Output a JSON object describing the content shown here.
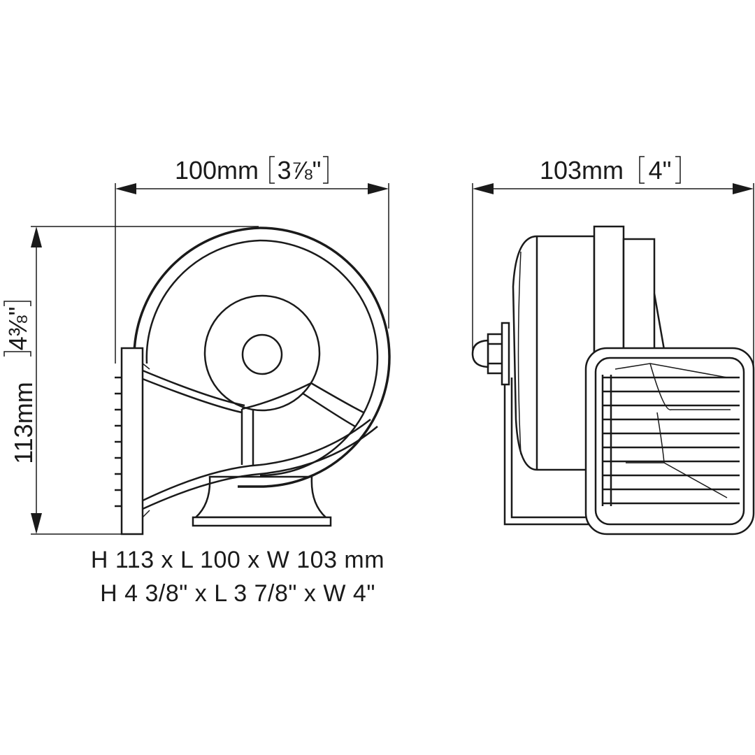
{
  "front_view": {
    "width_label": "100mm",
    "width_label_inch": "3⅞\"",
    "height_label": "113mm",
    "height_label_inch": "4⅜\""
  },
  "side_view": {
    "depth_label": "103mm",
    "depth_label_inch": "4\""
  },
  "caption": {
    "metric": "H 113 x L 100 x W 103 mm",
    "imperial": "H 4 3/8\" x L 3 7/8\" x W 4\""
  },
  "colors": {
    "line": "#1a1a1a",
    "background": "#ffffff"
  }
}
